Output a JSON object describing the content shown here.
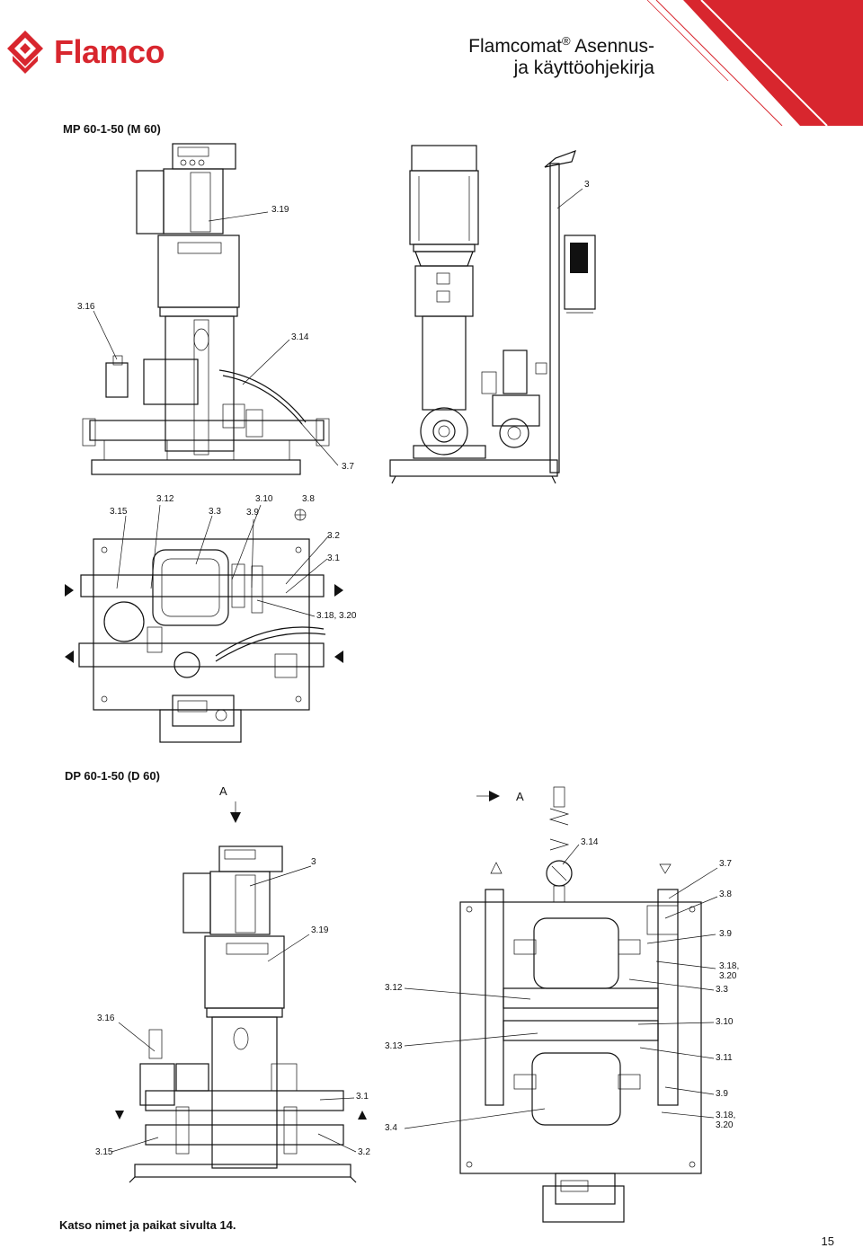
{
  "header": {
    "brand": "Flamco",
    "title_line1": "Flamcomat",
    "title_reg": "®",
    "title_line1_rest": " Asennus-",
    "title_line2": "ja käyttöohjekirja",
    "accent_color": "#d8262e"
  },
  "sections": {
    "mp_title": "MP 60-1-50 (M 60)",
    "dp_title": "DP 60-1-50 (D 60)"
  },
  "mp_labels": {
    "l_3_19": "3.19",
    "l_3": "3",
    "l_3_16": "3.16",
    "l_3_14": "3.14",
    "l_3_7": "3.7",
    "l_3_15": "3.15",
    "l_3_12": "3.12",
    "l_3_3": "3.3",
    "l_3_10": "3.10",
    "l_3_9": "3.9",
    "l_3_8": "3.8",
    "l_3_2": "3.2",
    "l_3_1": "3.1",
    "l_3_18_20": "3.18, 3.20"
  },
  "dp_labels": {
    "a_left": "A",
    "a_right": "A",
    "l_3": "3",
    "l_3_19": "3.19",
    "l_3_16": "3.16",
    "l_3_15": "3.15",
    "l_3_2": "3.2",
    "l_3_1": "3.1",
    "l_3_14": "3.14",
    "l_3_7": "3.7",
    "l_3_8": "3.8",
    "l_3_9a": "3.9",
    "l_3_18a_1": "3.18,",
    "l_3_18a_2": "3.20",
    "l_3_3": "3.3",
    "l_3_12": "3.12",
    "l_3_10": "3.10",
    "l_3_13": "3.13",
    "l_3_11": "3.11",
    "l_3_9b": "3.9",
    "l_3_18b_1": "3.18,",
    "l_3_18b_2": "3.20",
    "l_3_4": "3.4"
  },
  "footer": {
    "note": "Katso nimet ja paikat sivulta 14.",
    "page": "15"
  }
}
